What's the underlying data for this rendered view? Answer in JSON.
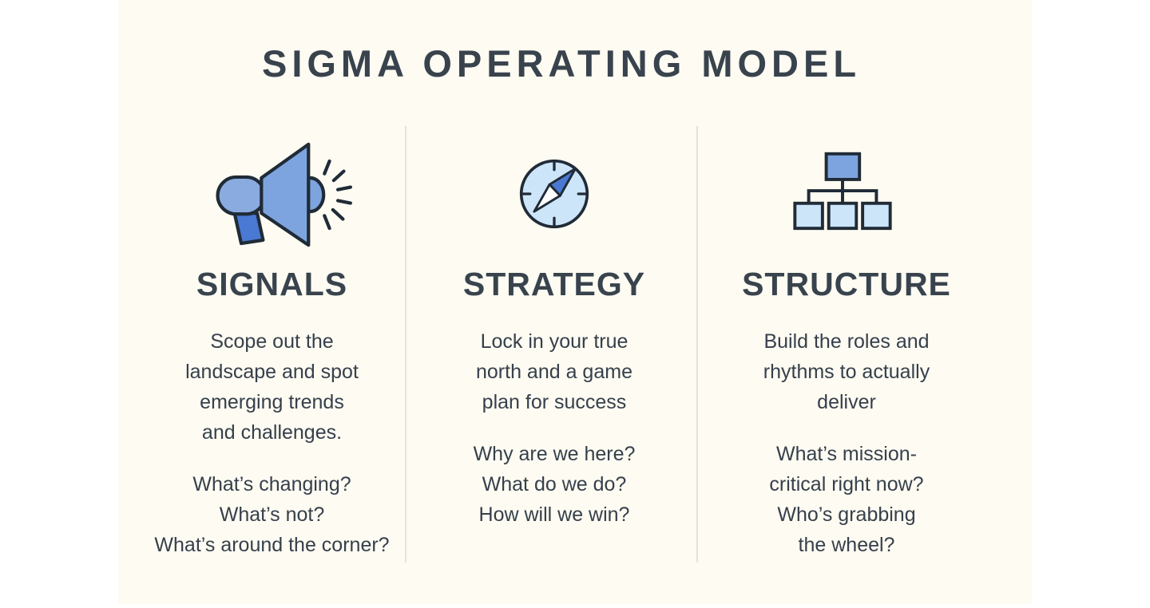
{
  "title": "SIGMA OPERATING MODEL",
  "colors": {
    "page_background": "#ffffff",
    "panel_background": "#fdfbf2",
    "heading_text": "#39434d",
    "body_text": "#36404b",
    "divider": "#e4e2db",
    "icon_outline": "#202b37",
    "icon_blue_pale": "#cde5f9",
    "icon_blue_light": "#8aabdf",
    "icon_blue_medium": "#7da4de",
    "icon_blue_dark": "#4a79d3",
    "needle_white": "#ffffff"
  },
  "columns": [
    {
      "id": "signals",
      "icon": "megaphone-icon",
      "heading": "SIGNALS",
      "description": "Scope out the\nlandscape and spot\nemerging trends\nand challenges.",
      "questions": "What’s changing?\nWhat’s not?\nWhat’s around the corner?"
    },
    {
      "id": "strategy",
      "icon": "compass-icon",
      "heading": "STRATEGY",
      "description": "Lock in your true\nnorth and a game\nplan for success",
      "questions": "Why are we here?\nWhat do we do?\nHow will we win?"
    },
    {
      "id": "structure",
      "icon": "org-chart-icon",
      "heading": "STRUCTURE",
      "description": "Build the roles and\nrhythms to actually\ndeliver",
      "questions": "What’s mission-\ncritical right now?\nWho’s grabbing\nthe wheel?"
    }
  ]
}
